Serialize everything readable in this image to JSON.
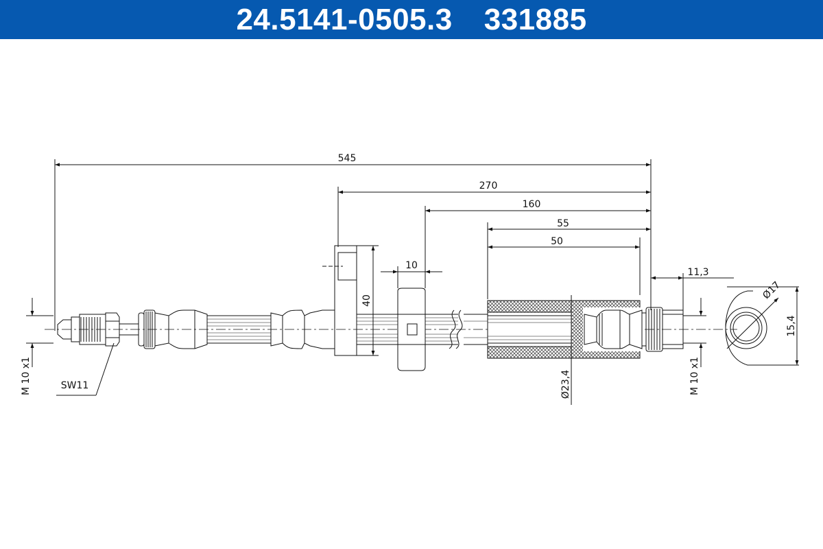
{
  "header": {
    "part_number": "24.5141-0505.3",
    "ref_number": "331885"
  },
  "dimensions": {
    "total_length": "545",
    "bracket_to_end": "270",
    "clip_to_end": "160",
    "sleeve_outer": "55",
    "sleeve_inner": "50",
    "clip_width": "10",
    "bracket_height": "40",
    "end_fitting": "11,3",
    "thread_left": "M 10 x1",
    "thread_right": "M 10 x1",
    "wrench_size": "SW11",
    "sleeve_diameter": "Ø23,4",
    "eye_diameter": "Ø17",
    "eye_height": "15,4"
  },
  "colors": {
    "header_bg": "#0659b0",
    "line": "#111111"
  }
}
